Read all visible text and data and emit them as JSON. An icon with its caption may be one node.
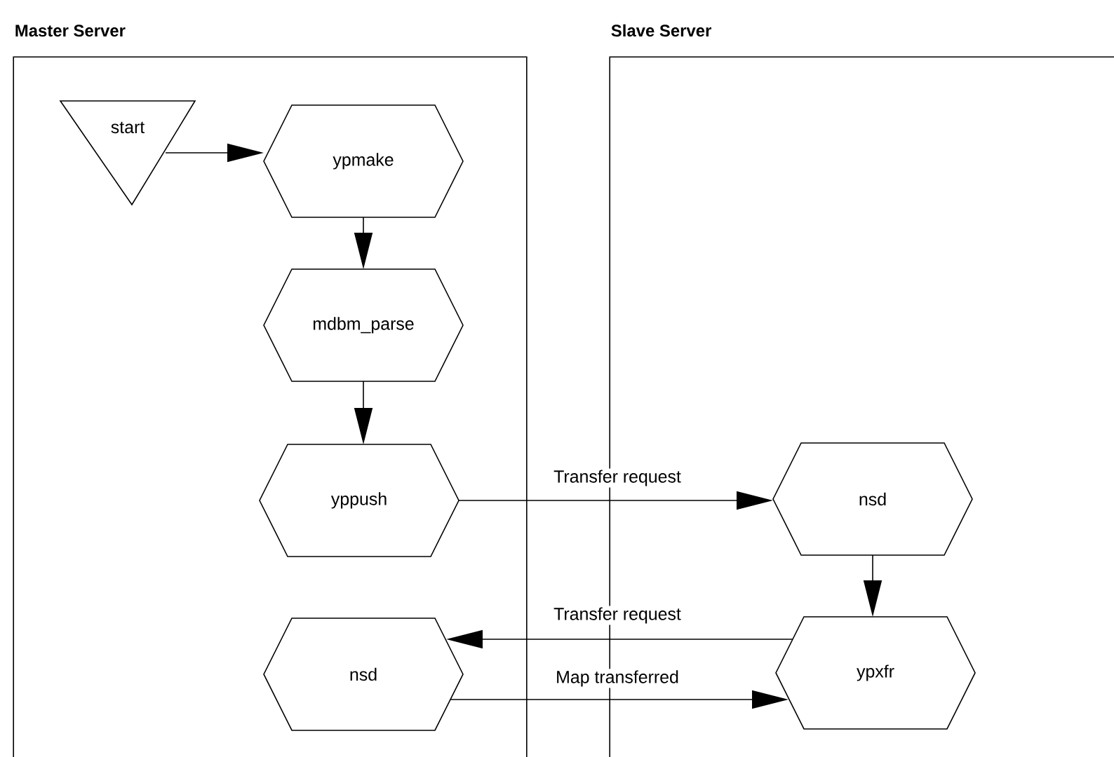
{
  "diagram": {
    "nodes": [
      {
        "text": [
          "Master Server"
        ]
      },
      {
        "text": [
          "Slave Server"
        ]
      },
      {
        "text": [
          "start"
        ],
        "in": 0
      },
      {
        "text": [
          "ypmake"
        ],
        "in": 0
      },
      {
        "text": [
          "mdbm_parse"
        ],
        "in": 0
      },
      {
        "text": [
          "yppush"
        ],
        "in": 0
      },
      {
        "text": [
          "nsd"
        ],
        "in": 1
      },
      {
        "text": [
          "ypxfr"
        ],
        "in": 1
      },
      {
        "text": [
          "nsd"
        ],
        "in": 0
      }
    ],
    "edges": [
      {
        "from": 2,
        "to": 3,
        "arrow": "to"
      },
      {
        "from": 3,
        "to": 4,
        "arrow": "to"
      },
      {
        "from": 4,
        "to": 5,
        "arrow": "to"
      },
      {
        "from": 5,
        "to": 6,
        "arrow": "to",
        "label": "Transfer request"
      },
      {
        "from": 6,
        "to": 7,
        "arrow": "to"
      },
      {
        "from": 7,
        "to": 8,
        "arrow": "to",
        "label": "Transfer request"
      },
      {
        "from": 8,
        "to": 7,
        "arrow": "to",
        "label": "Map transferred"
      }
    ]
  }
}
